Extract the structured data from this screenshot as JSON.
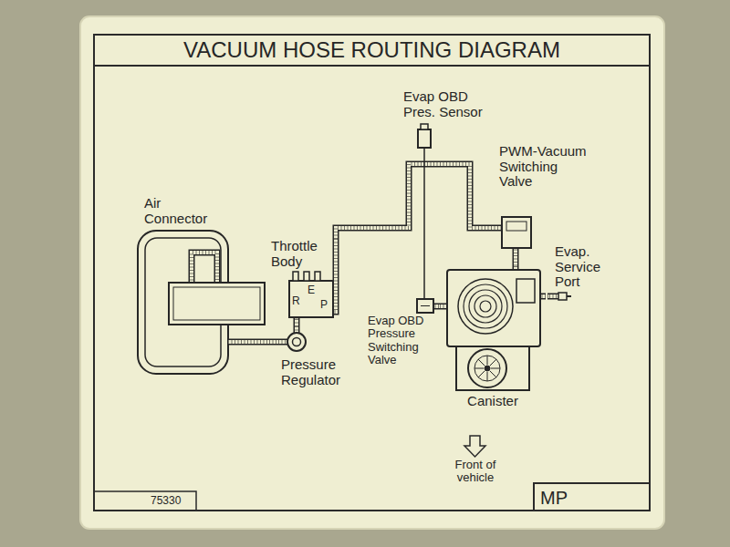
{
  "diagram": {
    "title": "VACUUM HOSE ROUTING DIAGRAM",
    "nodes": [
      {
        "text": [
          "Air Connector"
        ]
      },
      {
        "text": [
          "Throttle Body",
          "R",
          "E",
          "P"
        ]
      },
      {
        "text": [
          "Pressure Regulator"
        ]
      },
      {
        "text": [
          "Evap OBD Pres. Sensor"
        ]
      },
      {
        "text": [
          "PWM-Vacuum Switching Valve"
        ]
      },
      {
        "text": [
          "Evap. Service Port"
        ]
      },
      {
        "text": [
          "Evap OBD Pressure Switching Valve"
        ]
      },
      {
        "text": [
          "Canister"
        ]
      }
    ],
    "edges": [
      {
        "from": 0,
        "to": 2,
        "arrow": "none"
      },
      {
        "from": 2,
        "to": 1,
        "arrow": "none"
      },
      {
        "from": 1,
        "to": 4,
        "arrow": "none"
      },
      {
        "from": 3,
        "to": 6,
        "arrow": "none"
      },
      {
        "from": 4,
        "to": 7,
        "arrow": "none"
      },
      {
        "from": 6,
        "to": 7,
        "arrow": "none"
      },
      {
        "from": 7,
        "to": 5,
        "arrow": "none"
      }
    ],
    "labels": [
      "Front of vehicle",
      "75330",
      "MP"
    ]
  }
}
